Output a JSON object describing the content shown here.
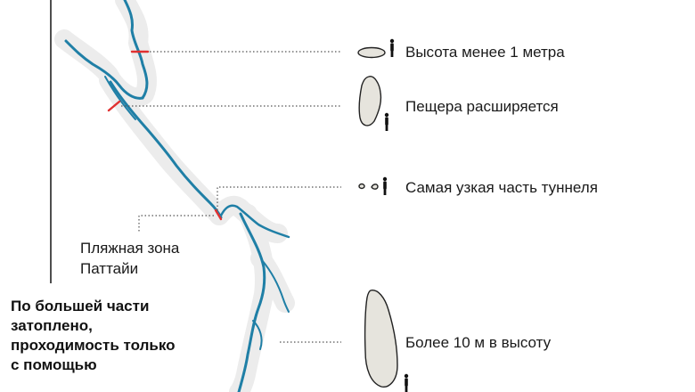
{
  "labels": {
    "height_under_1m": "Высота менее 1 метра",
    "cave_widens": "Пещера расширяется",
    "narrowest_part": "Самая узкая часть туннеля",
    "over_10m": "Более 10 м в высоту"
  },
  "beach_zone": {
    "line1": "Пляжная зона",
    "line2": "Паттайи"
  },
  "flooded_note": {
    "line1": "По большей части",
    "line2": "затоплено,",
    "line3": "проходимость только",
    "line4": "с помощью"
  },
  "colors": {
    "water": "#1f7fa6",
    "cave_halo": "#ebebeb",
    "marker": "#e03030",
    "leader": "#555555",
    "section_fill": "#e6e4dd",
    "person": "#111111"
  }
}
